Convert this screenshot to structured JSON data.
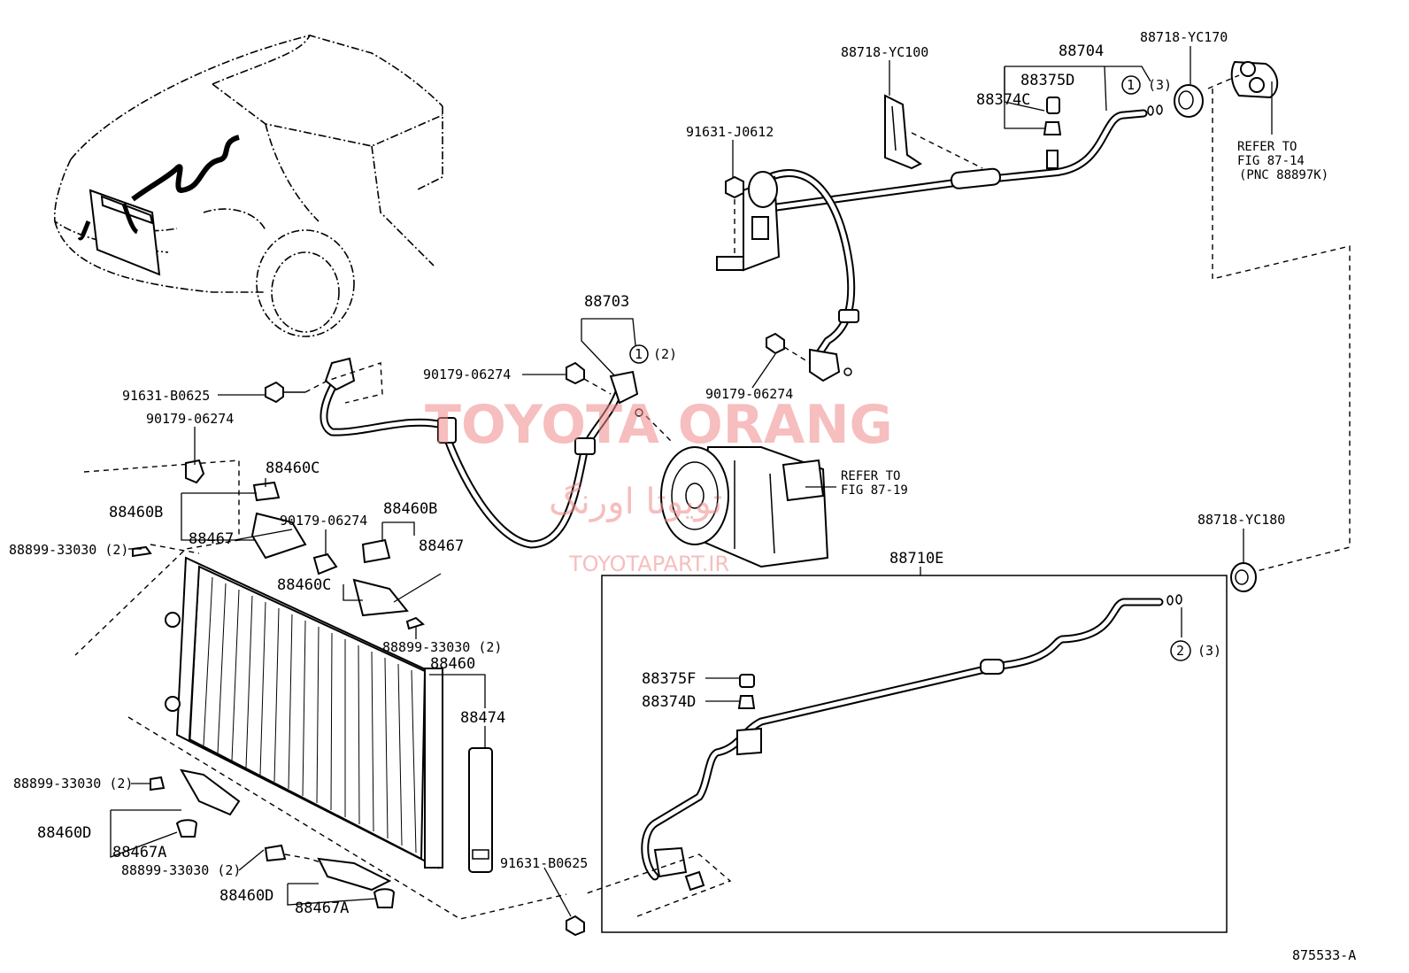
{
  "watermark": {
    "title": "TOYOTA ORANG",
    "persian": "تویوتا اورنگ",
    "site": "TOYOTAPART.IR",
    "color": "#f08a8a"
  },
  "figure_id": "875533-A",
  "labels": {
    "p88718_yc100": "88718-YC100",
    "p88704": "88704",
    "p88718_yc170": "88718-YC170",
    "p88375d": "88375D",
    "p88374c": "88374C",
    "circle1_top": "1",
    "qty3_top": "(3)",
    "p91631_j0612": "91631-J0612",
    "refer_to_a": "REFER TO",
    "fig_87_14": "FIG 87-14",
    "pnc_88897k": "(PNC 88897K)",
    "p88703": "88703",
    "circle1_mid": "1",
    "qty2_mid": "(2)",
    "p90179_06274_a": "90179-06274",
    "p90179_06274_b": "90179-06274",
    "p91631_b0625_a": "91631-B0625",
    "p90179_06274_c": "90179-06274",
    "p88460c_a": "88460C",
    "p88460b_a": "88460B",
    "p88467_a": "88467",
    "p88899_33030_a": "88899-33030 (2)",
    "p90179_06274_d": "90179-06274",
    "p88460b_b": "88460B",
    "p88467_b": "88467",
    "p88460c_b": "88460C",
    "p88899_33030_b": "88899-33030 (2)",
    "p88460": "88460",
    "p88474": "88474",
    "refer_to_b": "REFER TO",
    "fig_87_19": "FIG 87-19",
    "p88718_yc180": "88718-YC180",
    "p88710e": "88710E",
    "circle2": "2",
    "qty3_low": "(3)",
    "p88375f": "88375F",
    "p88374d": "88374D",
    "p88899_33030_c": "88899-33030 (2)",
    "p88460d_a": "88460D",
    "p88467a_a": "88467A",
    "p88899_33030_d": "88899-33030 (2)",
    "p88460d_b": "88460D",
    "p88467a_b": "88467A",
    "p91631_b0625_b": "91631-B0625"
  }
}
